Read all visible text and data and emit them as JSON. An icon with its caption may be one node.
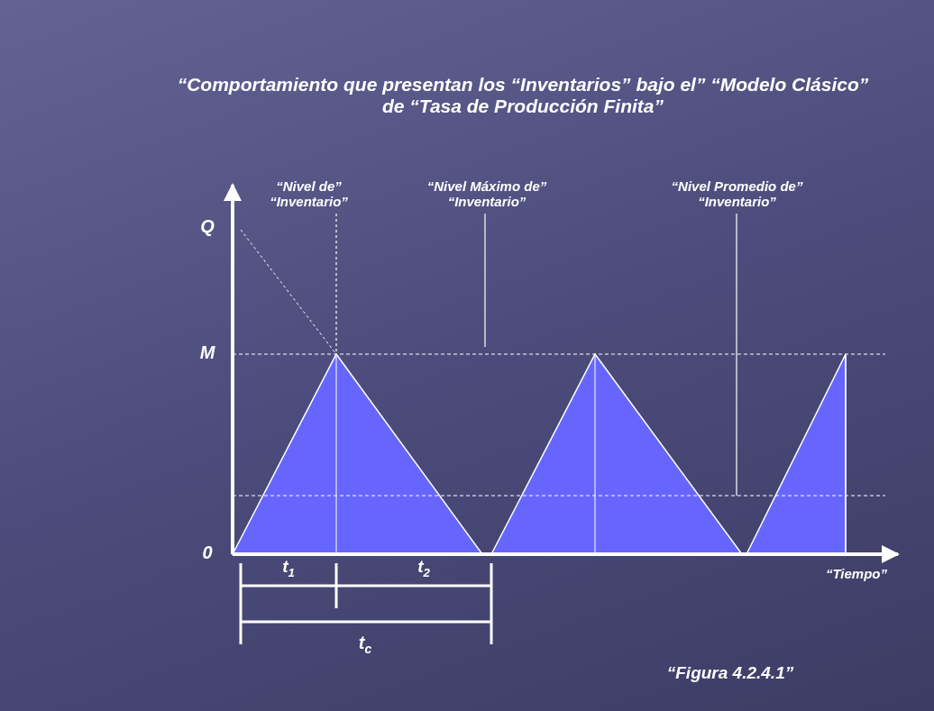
{
  "diagram": {
    "title": "“Comportamiento que presentan los “Inventarios” bajo el” “Modelo Clásico” de “Tasa de Producción Finita”",
    "caption": "“Figura 4.2.4.1”",
    "nodes": [
      {
        "text": [
          "“Nivel de” “Inventario”"
        ]
      },
      {
        "text": [
          "“Nivel Máximo de” “Inventario”"
        ]
      },
      {
        "text": [
          "“Nivel Promedio de” “Inventario”"
        ]
      }
    ],
    "edges": [
      {
        "from": 0,
        "to": null,
        "arrow": "none",
        "style": "dashed"
      },
      {
        "from": 1,
        "to": null,
        "arrow": "none"
      },
      {
        "from": 2,
        "to": null,
        "arrow": "none"
      }
    ],
    "labels": [
      "Q",
      "M",
      "0",
      "t$_{1}$",
      "t$_{2}$",
      "“Tiempo”",
      "t$_{c}$"
    ]
  }
}
